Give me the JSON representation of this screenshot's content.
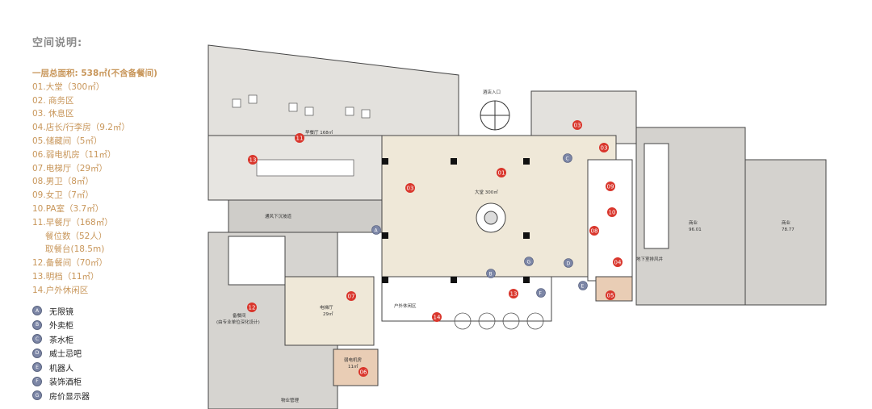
{
  "legend": {
    "title": "空间说明:",
    "total_area": "一层总面积: 538㎡(不含备餐间)",
    "areas": [
      "01.大堂（300㎡）",
      "02. 商务区",
      "03. 休息区",
      "04.店长/行李房（9.2㎡）",
      "05.储藏间（5㎡）",
      "06.弱电机房（11㎡）",
      "07.电梯厅（29㎡）",
      "08.男卫（8㎡）",
      "09.女卫（7㎡）",
      "10.PA室（3.7㎡）",
      "11.早餐厅（168㎡）",
      "餐位数（52人）",
      "取餐台(18.5m)",
      "12.备餐间（70㎡）",
      "13.明档（11㎡）",
      "14.户外休闲区"
    ],
    "sub_indices": [
      11,
      12
    ],
    "markers": [
      {
        "letter": "A",
        "label": "无限镜"
      },
      {
        "letter": "B",
        "label": "外卖柜"
      },
      {
        "letter": "C",
        "label": "茶水柜"
      },
      {
        "letter": "D",
        "label": "威士忌吧"
      },
      {
        "letter": "E",
        "label": "机器人"
      },
      {
        "letter": "F",
        "label": "装饰酒柜"
      },
      {
        "letter": "G",
        "label": "房价显示器"
      }
    ]
  },
  "plan": {
    "room_labels": {
      "breakfast": "早餐厅 168㎡",
      "lobby": "大堂 300㎡",
      "elevator": "电梯厅",
      "elevator_area": "29㎡",
      "pantry": "备餐间",
      "pantry_note": "(由专业单位深化设计)",
      "weak_room": "弱电机房",
      "weak_area": "11㎡",
      "shop1": "商业",
      "shop1_area": "96.01",
      "shop2": "商业",
      "shop2_area": "78.77",
      "corridor": "通风下沉坡道",
      "basement": "地下室排风井",
      "property": "物业管理",
      "entrance": "酒店入口",
      "outdoor": "户外休闲区"
    },
    "red_numbers": [
      "01",
      "03",
      "03",
      "04",
      "05",
      "06",
      "07",
      "08",
      "09",
      "10",
      "11",
      "12",
      "13",
      "14",
      "13",
      "03"
    ],
    "blue_letters": [
      "A",
      "B",
      "C",
      "D",
      "E",
      "F",
      "G"
    ]
  },
  "colors": {
    "accent": "#c8965a",
    "title_gray": "#8a8a8a",
    "marker": "#7c86a6",
    "badge_red": "#d9362c"
  }
}
